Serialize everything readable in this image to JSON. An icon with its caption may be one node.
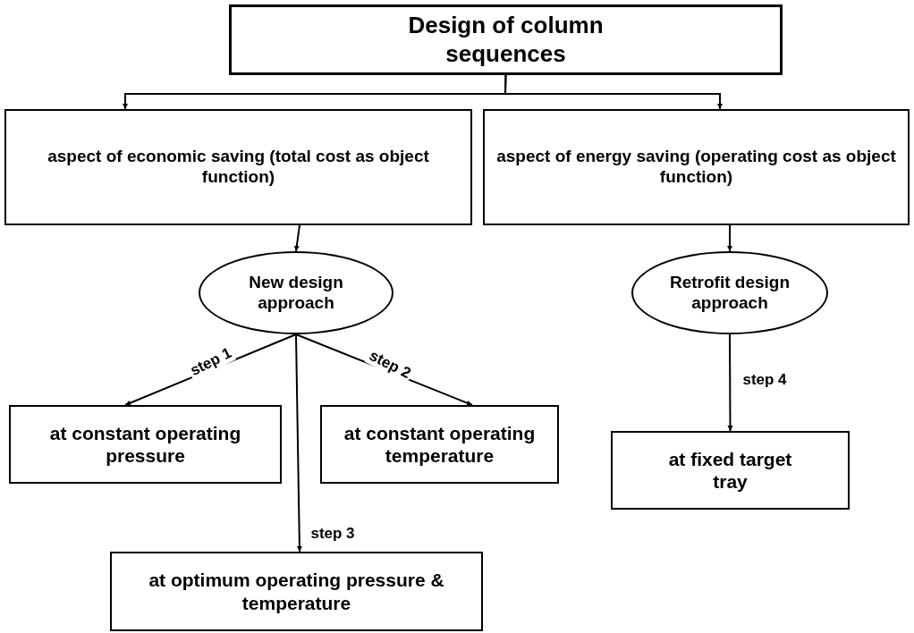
{
  "diagram": {
    "nodes": [
      {
        "text": [
          "Design of column sequences"
        ]
      },
      {
        "text": [
          "aspect of economic saving (total cost as object function)"
        ]
      },
      {
        "text": [
          "aspect of energy saving (operating cost as object function)"
        ]
      },
      {
        "text": [
          "New design approach"
        ]
      },
      {
        "text": [
          "Retrofit design approach"
        ]
      },
      {
        "text": [
          "at constant operating pressure"
        ]
      },
      {
        "text": [
          "at constant operating temperature"
        ]
      },
      {
        "text": [
          "at optimum operating pressure & temperature"
        ]
      },
      {
        "text": [
          "at fixed target tray"
        ]
      }
    ],
    "edges": [
      {
        "from": 0,
        "to": 1,
        "arrow": "to"
      },
      {
        "from": 0,
        "to": 2,
        "arrow": "to"
      },
      {
        "from": 1,
        "to": 3,
        "arrow": "to"
      },
      {
        "from": 2,
        "to": 4,
        "arrow": "to"
      },
      {
        "from": 3,
        "to": 5,
        "arrow": "to",
        "label": "step 1"
      },
      {
        "from": 3,
        "to": 6,
        "arrow": "to",
        "label": "step 2"
      },
      {
        "from": 3,
        "to": 7,
        "arrow": "to",
        "label": "step 3"
      },
      {
        "from": 4,
        "to": 8,
        "arrow": "to",
        "label": "step 4"
      }
    ]
  }
}
